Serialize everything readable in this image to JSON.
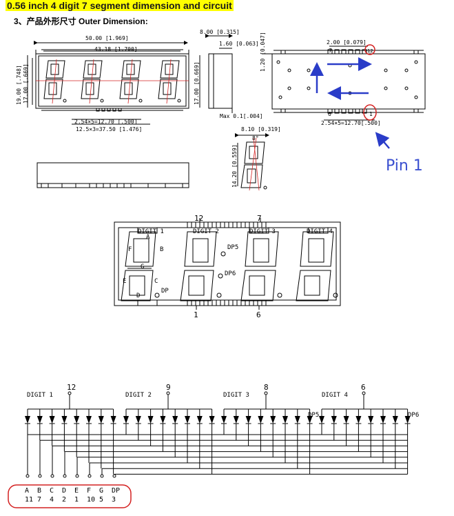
{
  "title": "0.56 inch 4 digit 7 segment  dimension and circuit",
  "subtitle": "3、产品外形尺寸 Outer Dimension:",
  "front_view": {
    "dim_total_width": "50.00 [1.969]",
    "dim_inner_width": "43.18 [1.700]",
    "dim_left_outer": "19.00 [.748]",
    "dim_left_inner": "17.00 [.669]",
    "dim_pin_pitch": "2.54×5=12.70 [.500]",
    "dim_digit_pitch": "12.5×3=37.50 [1.476]"
  },
  "side_view": {
    "dim_depth": "8.00 [0.315]",
    "dim_pin": "1.60 [0.063]",
    "dim_height": "17.00 [0.669]",
    "dim_max": "Max 0.1[.004]"
  },
  "digit_detail": {
    "dim_width": "8.10 [0.319]",
    "dim_angle": "8°",
    "dim_height": "14.20 [0.559]"
  },
  "back_view": {
    "dim_top": "1.20 [0.047]",
    "dim_pitch_small": "2.00 [0.079]",
    "dim_pin_pitch": "2.54×5=12.70[.500]",
    "pin_top_left": "7",
    "pin_top_right": "12",
    "pin_bottom_left": "6",
    "pin_bottom_right": "1",
    "pin1_label": "Pin 1"
  },
  "display_diagram": {
    "top_pins": [
      "12",
      "7"
    ],
    "bottom_pins": [
      "1",
      "6"
    ],
    "digits": [
      "DIGIT 1",
      "DIGIT 2",
      "DIGIT 3",
      "DIGIT 4"
    ],
    "segments": [
      "A",
      "B",
      "C",
      "D",
      "E",
      "F",
      "G",
      "DP"
    ],
    "dp_labels": [
      "DP5",
      "DP6"
    ]
  },
  "circuit": {
    "digits": [
      {
        "label": "DIGIT 1",
        "pin": "12"
      },
      {
        "label": "DIGIT 2",
        "pin": "9"
      },
      {
        "label": "DIGIT 3",
        "pin": "8"
      },
      {
        "label": "DIGIT 4",
        "pin": "6"
      }
    ],
    "dp5": "DP5",
    "dp6": "DP6",
    "segment_letters": [
      "A",
      "B",
      "C",
      "D",
      "E",
      "F",
      "G",
      "DP"
    ],
    "segment_pins": [
      "11",
      "7",
      "4",
      "2",
      "1",
      "10",
      "5",
      "3"
    ]
  },
  "colors": {
    "annotation_red": "#d42020",
    "arrow_blue": "#2a3cc8",
    "pin1_text": "#3a4fd0",
    "highlight": "#ffff00"
  }
}
